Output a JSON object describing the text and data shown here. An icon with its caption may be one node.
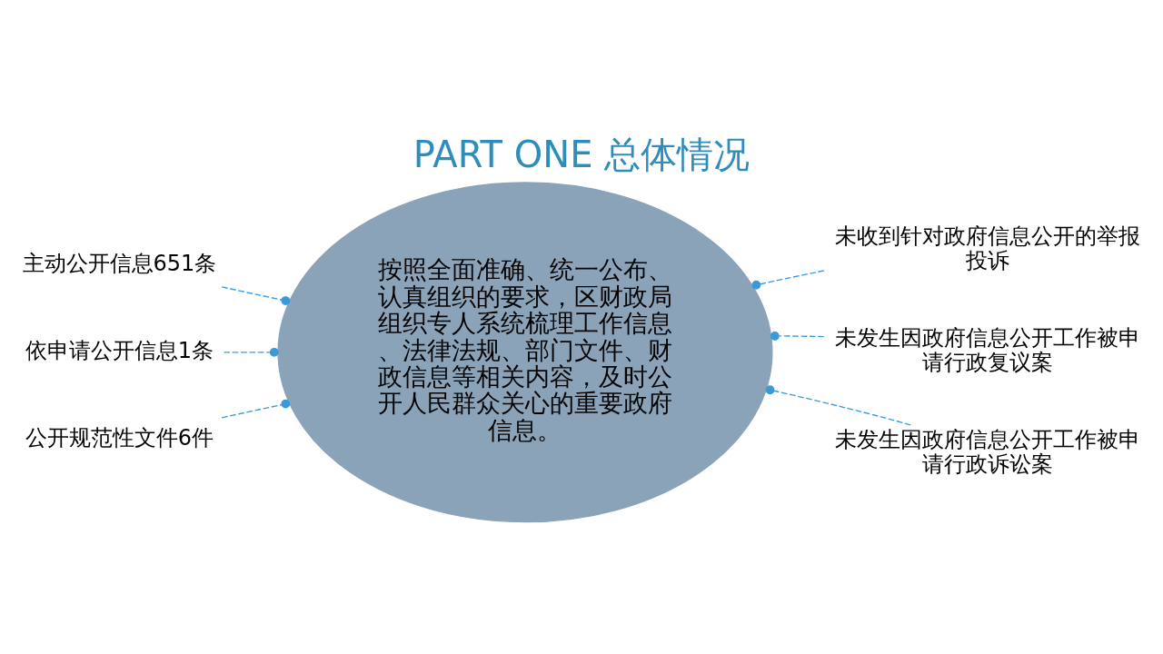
{
  "diagram": {
    "title": "PART ONE 总体情况",
    "nodes": [
      {
        "text": [
          "主动公开信息651条"
        ]
      },
      {
        "text": [
          "依申请公开信息1条"
        ]
      },
      {
        "text": [
          "公开规范性文件6件"
        ]
      },
      {
        "text": [
          "按照全面准确、统一公布、认真组织的要求，区财政局组织专人系统梳理工作信息、法律法规、部门文件、财政信息等相关内容，及时公开人民群众关心的重要政府信息。"
        ]
      },
      {
        "text": [
          "未收到针对政府信息公开的举报投诉"
        ]
      },
      {
        "text": [
          "未发生因政府信息公开工作被申请行政复议案"
        ]
      },
      {
        "text": [
          "未发生因政府信息公开工作被申请行政诉讼案"
        ]
      }
    ],
    "edges": [
      {
        "from": 0,
        "to": 3,
        "arrow": "other",
        "style": "dashed"
      },
      {
        "from": 1,
        "to": 3,
        "arrow": "other",
        "style": "dashed"
      },
      {
        "from": 2,
        "to": 3,
        "arrow": "other",
        "style": "dashed"
      },
      {
        "from": 4,
        "to": 3,
        "arrow": "other",
        "style": "dashed"
      },
      {
        "from": 5,
        "to": 3,
        "arrow": "other",
        "style": "dashed"
      },
      {
        "from": 6,
        "to": 3,
        "arrow": "other",
        "style": "dashed"
      }
    ]
  }
}
